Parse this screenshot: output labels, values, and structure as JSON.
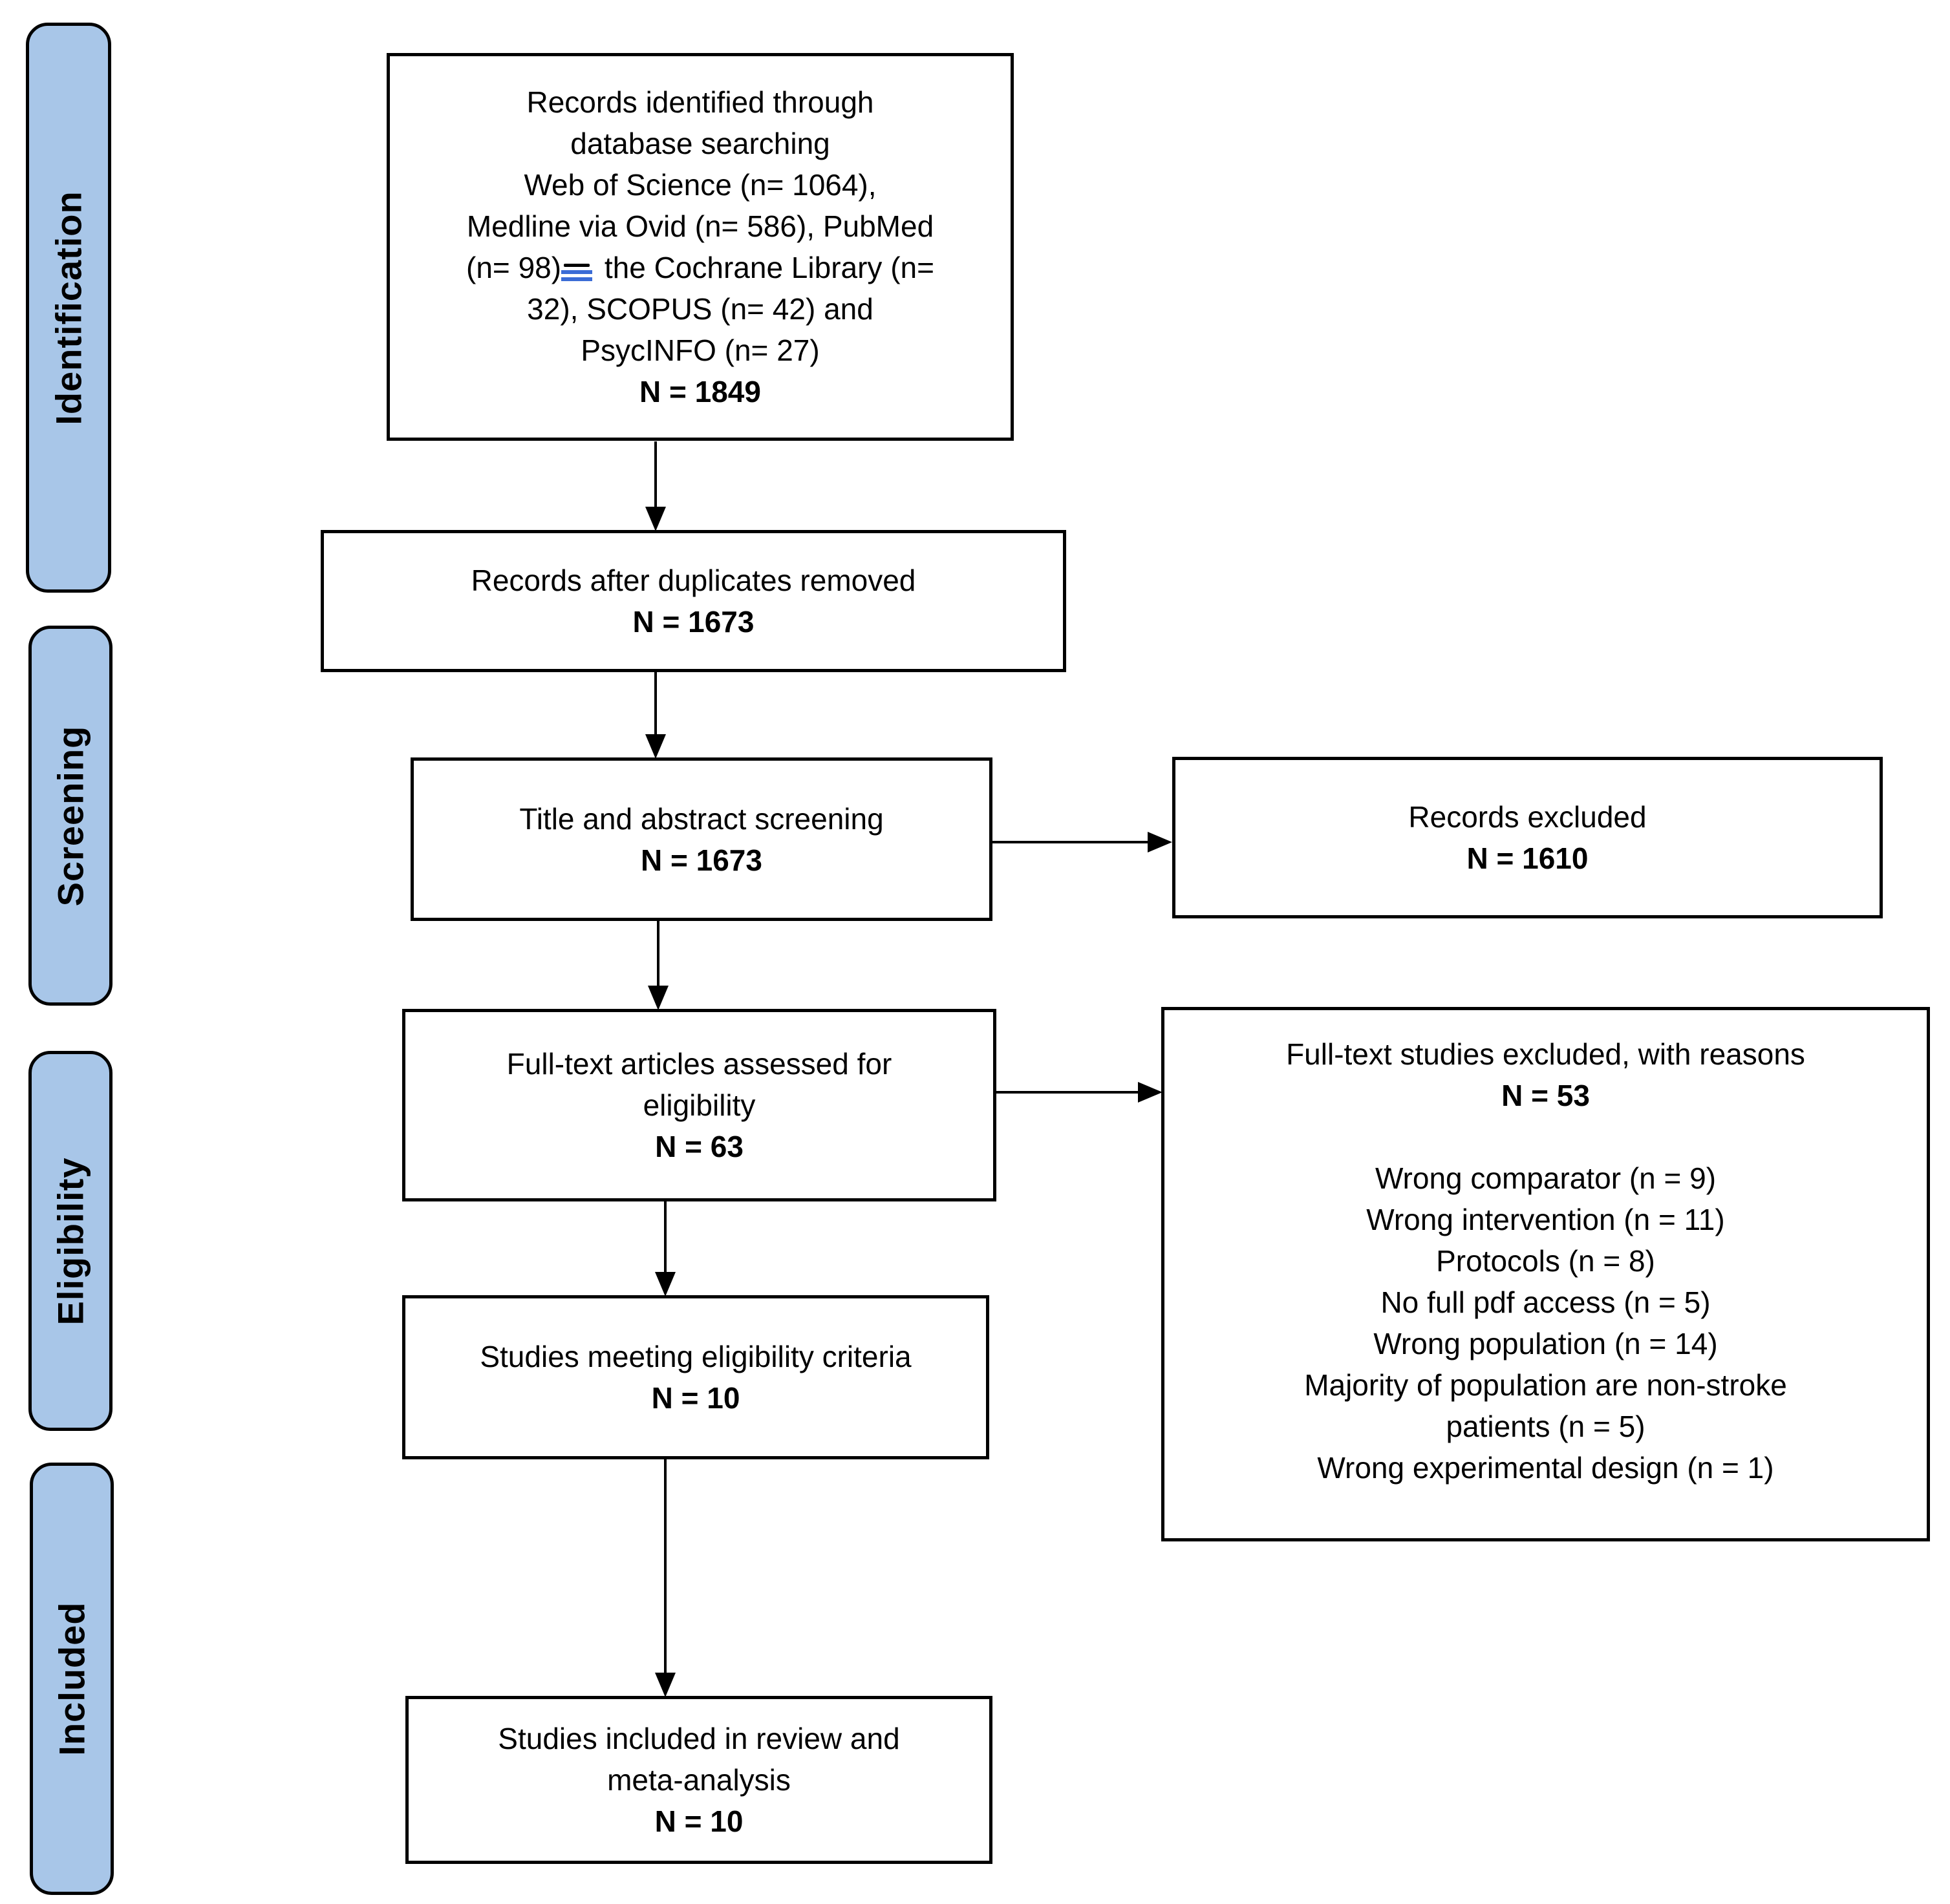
{
  "colors": {
    "sidebar-fill": "#A8C6E8",
    "annotation-blue": "#3B6CD6",
    "box-border": "#000000"
  },
  "sidebar": {
    "identification": "Identification",
    "screening": "Screening",
    "eligibility": "Eligibility",
    "included": "Included"
  },
  "boxes": {
    "identified": {
      "line1": "Records identified through",
      "line2": "database searching",
      "line3": "Web of Science (n= 1064),",
      "line4": "Medline via Ovid (n= 586), PubMed",
      "line5_prefix": "(n= 98)",
      "line5_suffix": " the Cochrane Library (n=",
      "line6": "32), SCOPUS (n= 42) and",
      "line7": "PsycINFO (n= 27)",
      "total": "N = 1849"
    },
    "duplicates_removed": {
      "line": "Records after duplicates removed",
      "total": "N = 1673"
    },
    "title_abstract_screening": {
      "line": "Title and abstract screening",
      "total": "N = 1673"
    },
    "records_excluded": {
      "line": "Records excluded",
      "total": "N = 1610"
    },
    "fulltext_assessed": {
      "line1": "Full-text articles assessed for",
      "line2": "eligibility",
      "total": "N = 63"
    },
    "fulltext_excluded": {
      "title": "Full-text studies excluded, with reasons",
      "total": "N = 53",
      "reasons": [
        "Wrong comparator (n = 9)",
        "Wrong intervention (n = 11)",
        "Protocols (n = 8)",
        "No full pdf access (n = 5)",
        "Wrong population (n = 14)",
        "Majority of population are non-stroke",
        "patients (n = 5)",
        "Wrong experimental design (n = 1)"
      ]
    },
    "meeting_eligibility": {
      "line": "Studies meeting eligibility criteria",
      "total": "N = 10"
    },
    "included_review": {
      "line1": "Studies included in review and",
      "line2": "meta-analysis",
      "total": "N = 10"
    }
  }
}
